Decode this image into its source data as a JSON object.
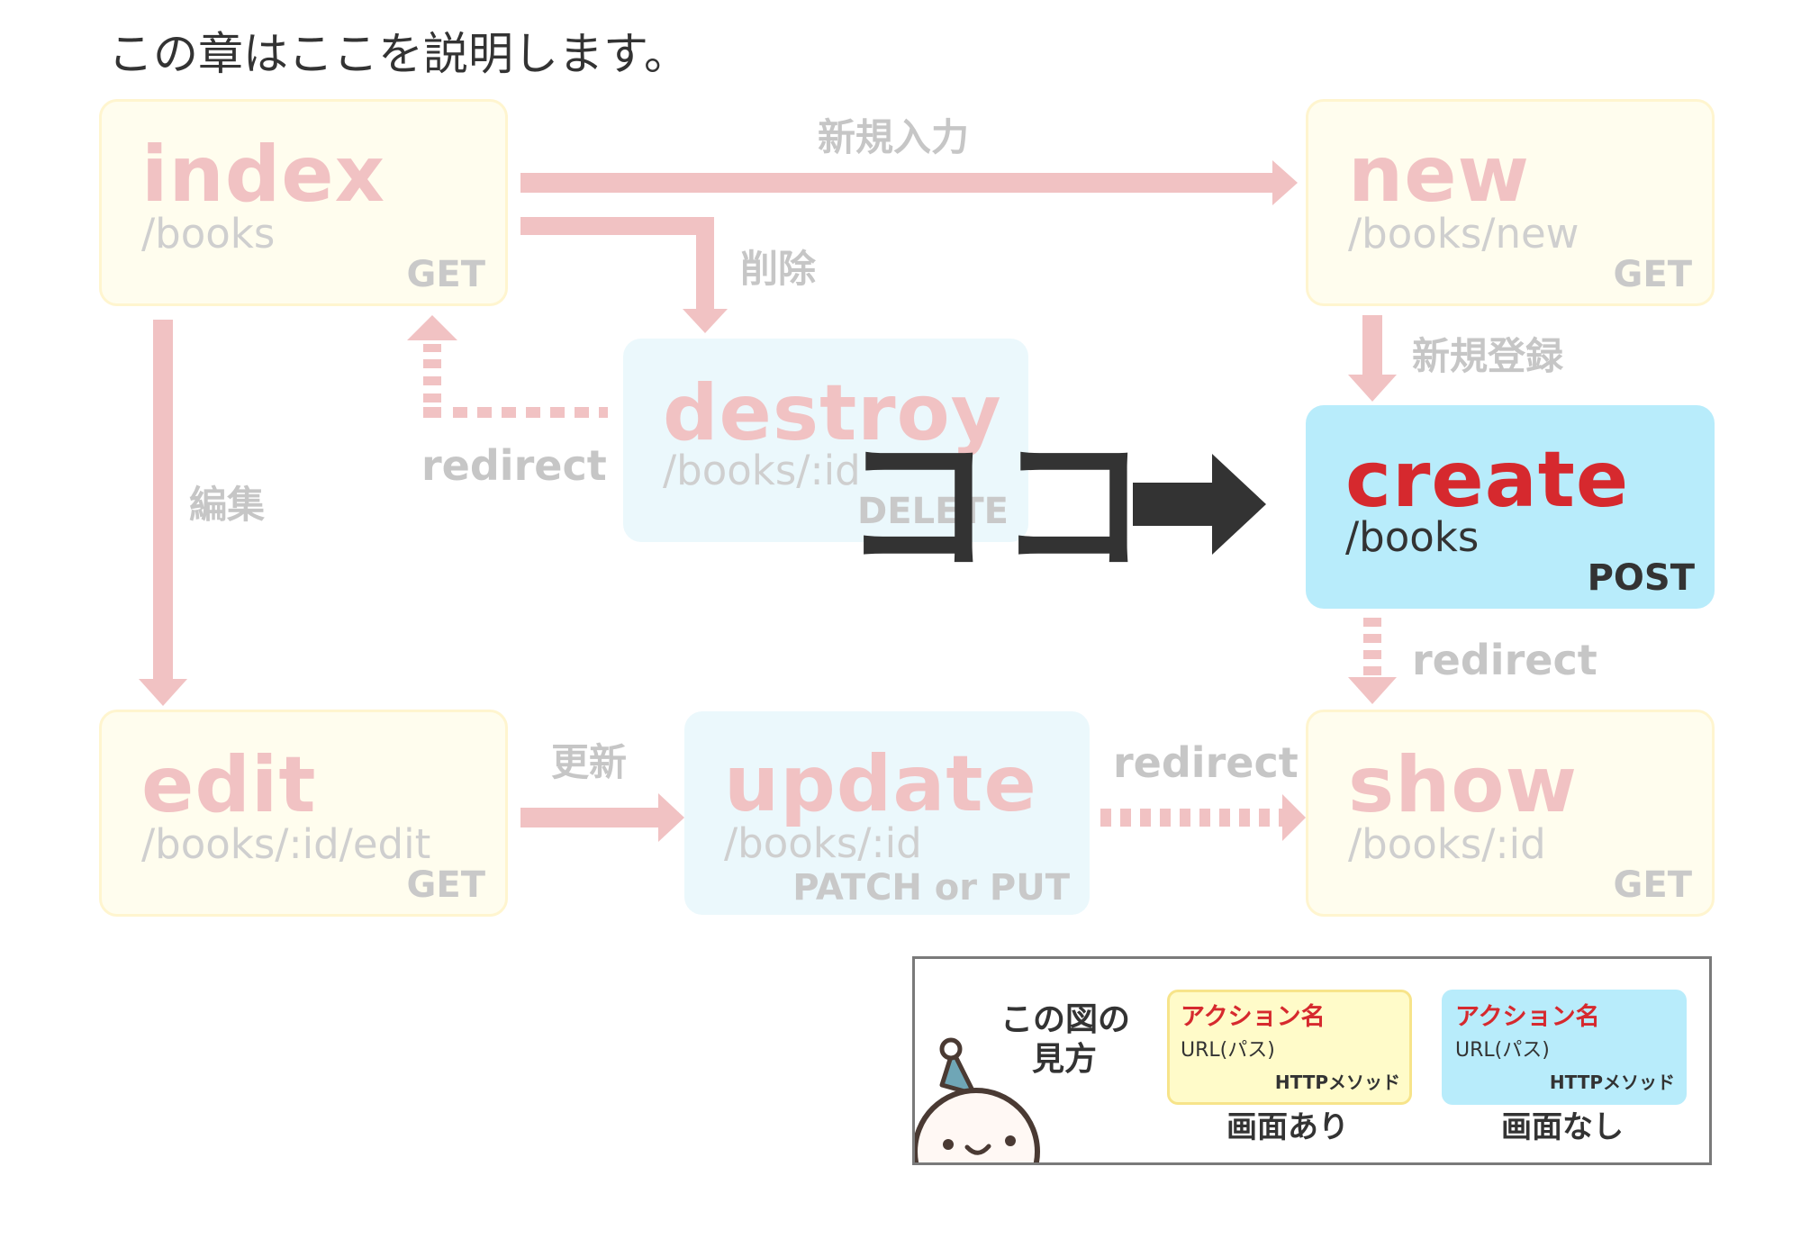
{
  "heading": "この章はここを説明します。",
  "nodes": {
    "index": {
      "action": "index",
      "url": "/books",
      "method": "GET"
    },
    "new": {
      "action": "new",
      "url": "/books/new",
      "method": "GET"
    },
    "destroy": {
      "action": "destroy",
      "url": "/books/:id",
      "method": "DELETE"
    },
    "create": {
      "action": "create",
      "url": "/books",
      "method": "POST"
    },
    "edit": {
      "action": "edit",
      "url": "/books/:id/edit",
      "method": "GET"
    },
    "update": {
      "action": "update",
      "url": "/books/:id",
      "method": "PATCH or PUT"
    },
    "show": {
      "action": "show",
      "url": "/books/:id",
      "method": "GET"
    }
  },
  "edges": {
    "index_new": "新規入力",
    "index_destroy": "削除",
    "destroy_index": "redirect",
    "index_edit": "編集",
    "new_create": "新規登録",
    "create_show": "redirect",
    "edit_update": "更新",
    "update_show": "redirect"
  },
  "callout": {
    "text": "ココ",
    "arrow_icon": "arrow-right-icon"
  },
  "legend": {
    "title_line1": "この図の",
    "title_line2": "見方",
    "screen": {
      "action": "アクション名",
      "url": "URL(パス)",
      "method": "HTTPメソッド",
      "caption": "画面あり"
    },
    "noscreen": {
      "action": "アクション名",
      "url": "URL(パス)",
      "method": "HTTPメソッド",
      "caption": "画面なし"
    },
    "mascot_icon": "mascot-icon"
  },
  "colors": {
    "accent_red": "#d6292e",
    "faded_pink": "#f1c2c3",
    "screen_bg": "#fffdee",
    "noscreen_bg": "#ebf8fc",
    "focus_bg": "#b8ecfb",
    "callout_dark": "#333333"
  }
}
